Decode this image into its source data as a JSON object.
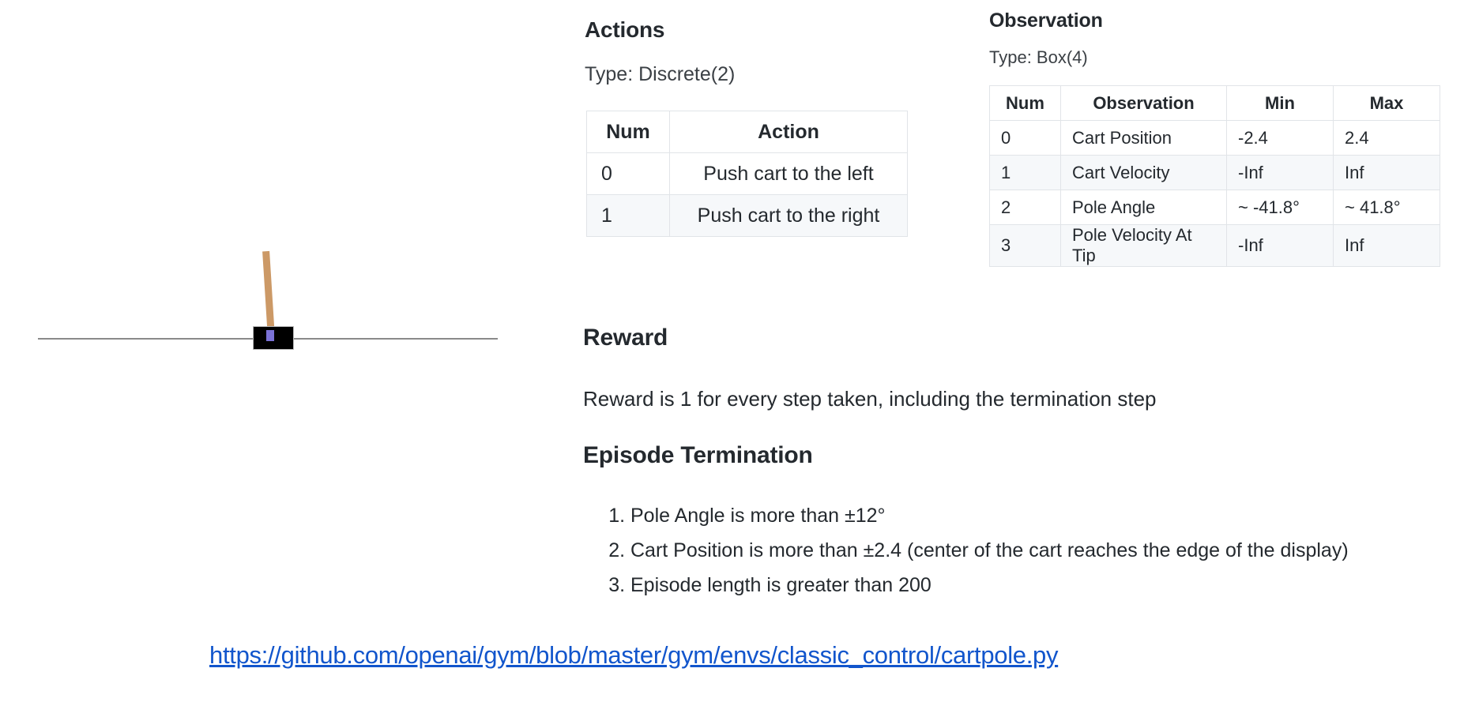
{
  "figure": {
    "name": "cartpole-illustration",
    "track_color": "#8a8a8a",
    "cart_color": "#000000",
    "pole_color": "#cc9966",
    "axle_color": "#7b72d6"
  },
  "actions": {
    "heading": "Actions",
    "type_line": "Type: Discrete(2)",
    "columns": [
      "Num",
      "Action"
    ],
    "rows": [
      {
        "num": "0",
        "action": "Push cart to the left"
      },
      {
        "num": "1",
        "action": "Push cart to the right"
      }
    ]
  },
  "observation": {
    "heading": "Observation",
    "type_line": "Type: Box(4)",
    "columns": [
      "Num",
      "Observation",
      "Min",
      "Max"
    ],
    "rows": [
      {
        "num": "0",
        "observation": "Cart Position",
        "min": "-2.4",
        "max": "2.4"
      },
      {
        "num": "1",
        "observation": "Cart Velocity",
        "min": "-Inf",
        "max": "Inf"
      },
      {
        "num": "2",
        "observation": "Pole Angle",
        "min": "~ -41.8°",
        "max": "~ 41.8°"
      },
      {
        "num": "3",
        "observation": "Pole Velocity At Tip",
        "min": "-Inf",
        "max": "Inf"
      }
    ]
  },
  "reward": {
    "heading": "Reward",
    "text": "Reward is 1 for every step taken, including the termination step"
  },
  "termination": {
    "heading": "Episode Termination",
    "items": [
      "Pole Angle is more than ±12°",
      "Cart Position is more than ±2.4 (center of the cart reaches the edge of the display)",
      "Episode length is greater than 200"
    ]
  },
  "footer": {
    "link_text": "https://github.com/openai/gym/blob/master/gym/envs/classic_control/cartpole.py",
    "link_color": "#1155cc"
  }
}
